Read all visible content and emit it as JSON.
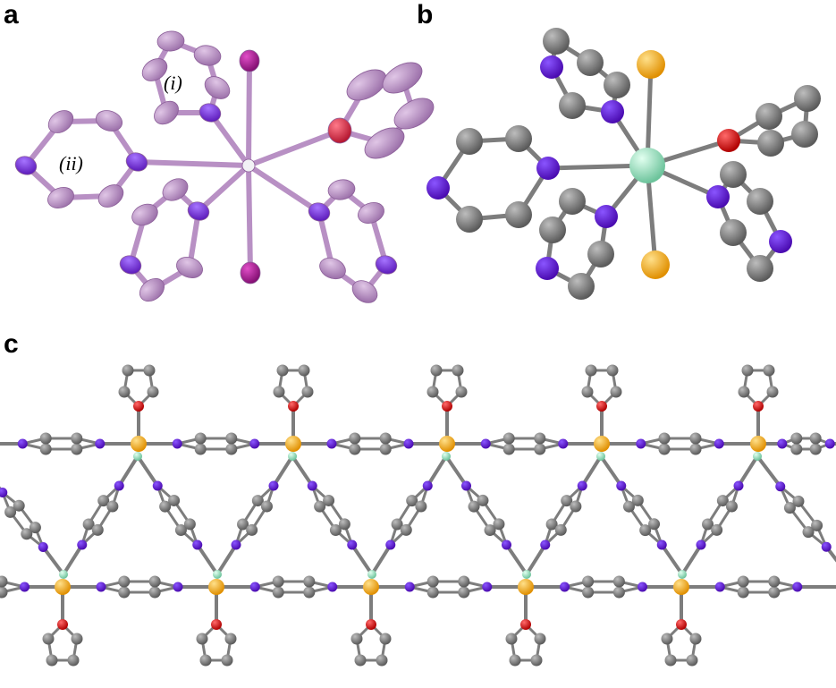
{
  "panels": {
    "a": {
      "label": "a",
      "annotations": [
        "(i)",
        "(ii)"
      ]
    },
    "b": {
      "label": "b"
    },
    "c": {
      "label": "c"
    }
  },
  "colors": {
    "ellipsoid_carbon": "#b58bbf",
    "ellipsoid_nitrogen": "#7a33c9",
    "ellipsoid_iodine": "#a0208e",
    "ellipsoid_oxygen": "#d0304a",
    "ellipsoid_metal": "#e8e8ee",
    "ball_carbon": "#6e6e6e",
    "ball_nitrogen": "#5a14c8",
    "ball_oxygen": "#cc0a0a",
    "ball_halide": "#f0a418",
    "ball_metal": "#8fd6b4",
    "bond": "#7d7d7d"
  }
}
